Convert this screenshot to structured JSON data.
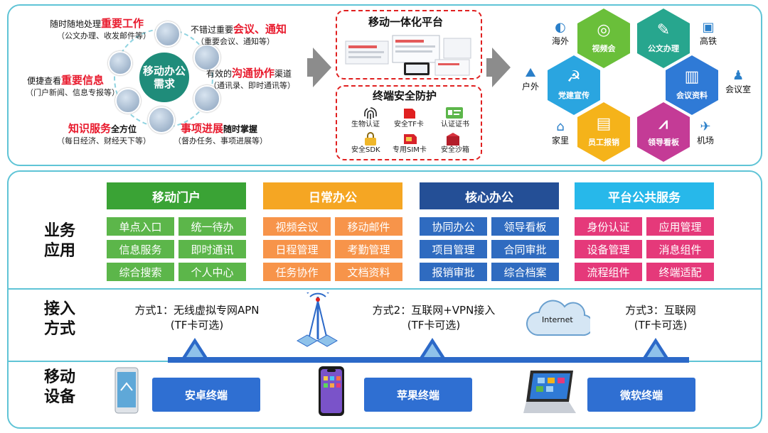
{
  "needs": {
    "center": "移动办公需求",
    "items": [
      {
        "pre": "随时随地处理",
        "em": "重要工作",
        "post": "",
        "sub": "（公文办理、收发邮件等）"
      },
      {
        "pre": "不错过重要",
        "em": "会议、通知",
        "post": "",
        "sub": "（重要会议、通知等）"
      },
      {
        "pre": "便捷查看",
        "em": "重要信息",
        "post": "",
        "sub": "（门户新闻、信息专报等）"
      },
      {
        "pre": "有效的",
        "em": "沟通协作",
        "post": "渠道",
        "sub": "（通讯录、即时通讯等）"
      },
      {
        "pre": "",
        "em": "知识服务",
        "post": "全方位",
        "sub": "（每日经济、财经天下等）"
      },
      {
        "pre": "",
        "em": "事项进展",
        "post": "随时掌握",
        "sub": "（督办任务、事项进展等）"
      }
    ]
  },
  "platform": {
    "title": "移动一体化平台",
    "security_title": "终端安全防护",
    "security_items": [
      "生物认证",
      "安全TF卡",
      "认证证书",
      "安全SDK",
      "专用SIM卡",
      "安全沙箱"
    ]
  },
  "hexes": [
    {
      "label": "视频会",
      "color": "#6abf3a",
      "icon": "camera-icon"
    },
    {
      "label": "公文办理",
      "color": "#27a68e",
      "icon": "edit-icon"
    },
    {
      "label": "党建宣传",
      "color": "#2aa5e0",
      "icon": "party-icon"
    },
    {
      "label": "会议资料",
      "color": "#2f7ad6",
      "icon": "book-icon"
    },
    {
      "label": "员工报销",
      "color": "#f5b31a",
      "icon": "receipt-icon"
    },
    {
      "label": "领导看板",
      "color": "#c43b96",
      "icon": "chart-icon"
    }
  ],
  "scenes": [
    "海外",
    "高铁",
    "户外",
    "会议室",
    "家里",
    "机场"
  ],
  "rows": {
    "business": "业务应用",
    "access": "接入方式",
    "devices": "移动设备"
  },
  "categories": [
    {
      "title": "移动门户",
      "color": "#3aa335",
      "chip_color": "#5cb64a",
      "items": [
        "单点入口",
        "统一待办",
        "信息服务",
        "即时通讯",
        "综合搜索",
        "个人中心"
      ]
    },
    {
      "title": "日常办公",
      "color": "#f5a623",
      "chip_color": "#f7944a",
      "items": [
        "视频会议",
        "移动邮件",
        "日程管理",
        "考勤管理",
        "任务协作",
        "文档资料"
      ]
    },
    {
      "title": "核心办公",
      "color": "#244f96",
      "chip_color": "#2f6bc0",
      "items": [
        "协同办公",
        "领导看板",
        "项目管理",
        "合同审批",
        "报销审批",
        "综合档案"
      ]
    },
    {
      "title": "平台公共服务",
      "color": "#27b8ea",
      "chip_color": "#e5397a",
      "items": [
        "身份认证",
        "应用管理",
        "设备管理",
        "消息组件",
        "流程组件",
        "终端适配"
      ]
    }
  ],
  "access": [
    {
      "line1": "方式1：无线虚拟专网APN",
      "line2": "(TF卡可选)"
    },
    {
      "line1": "方式2：互联网+VPN接入",
      "line2": "(TF卡可选)"
    },
    {
      "line1": "方式3：互联网",
      "line2": "(TF卡可选)"
    }
  ],
  "cloud_label": "Internet",
  "devices": [
    "安卓终端",
    "苹果终端",
    "微软终端"
  ]
}
